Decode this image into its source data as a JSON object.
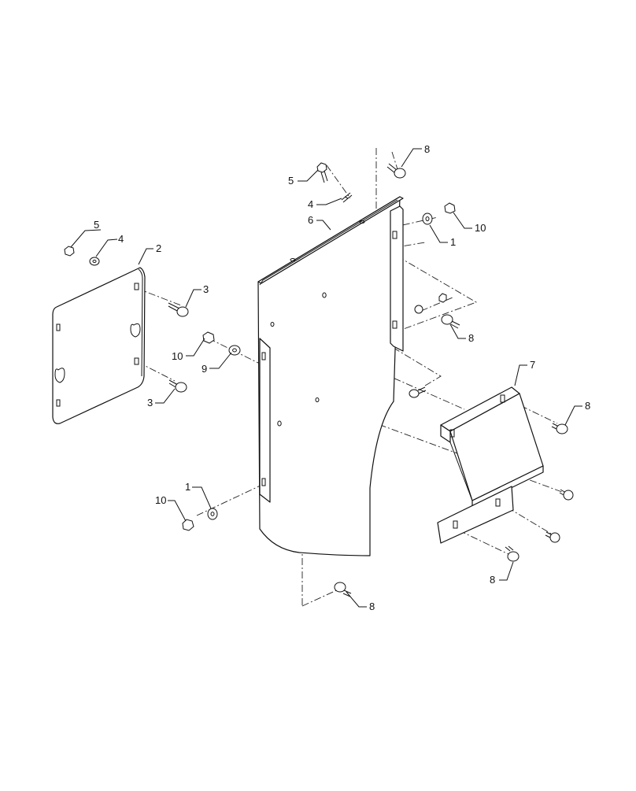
{
  "callouts": {
    "c_5_left": "5",
    "c_4_left": "4",
    "c_2": "2",
    "c_3_top": "3",
    "c_10_mid": "10",
    "c_9": "9",
    "c_3_bottom": "3",
    "c_5_top": "5",
    "c_4_top": "4",
    "c_6": "6",
    "c_8_top": "8",
    "c_10_top": "10",
    "c_1_right": "1",
    "c_8_right_mid": "8",
    "c_7": "7",
    "c_8_bracket": "8",
    "c_1_left": "1",
    "c_10_left": "10",
    "c_8_lower": "8",
    "c_8_bottom": "8"
  }
}
